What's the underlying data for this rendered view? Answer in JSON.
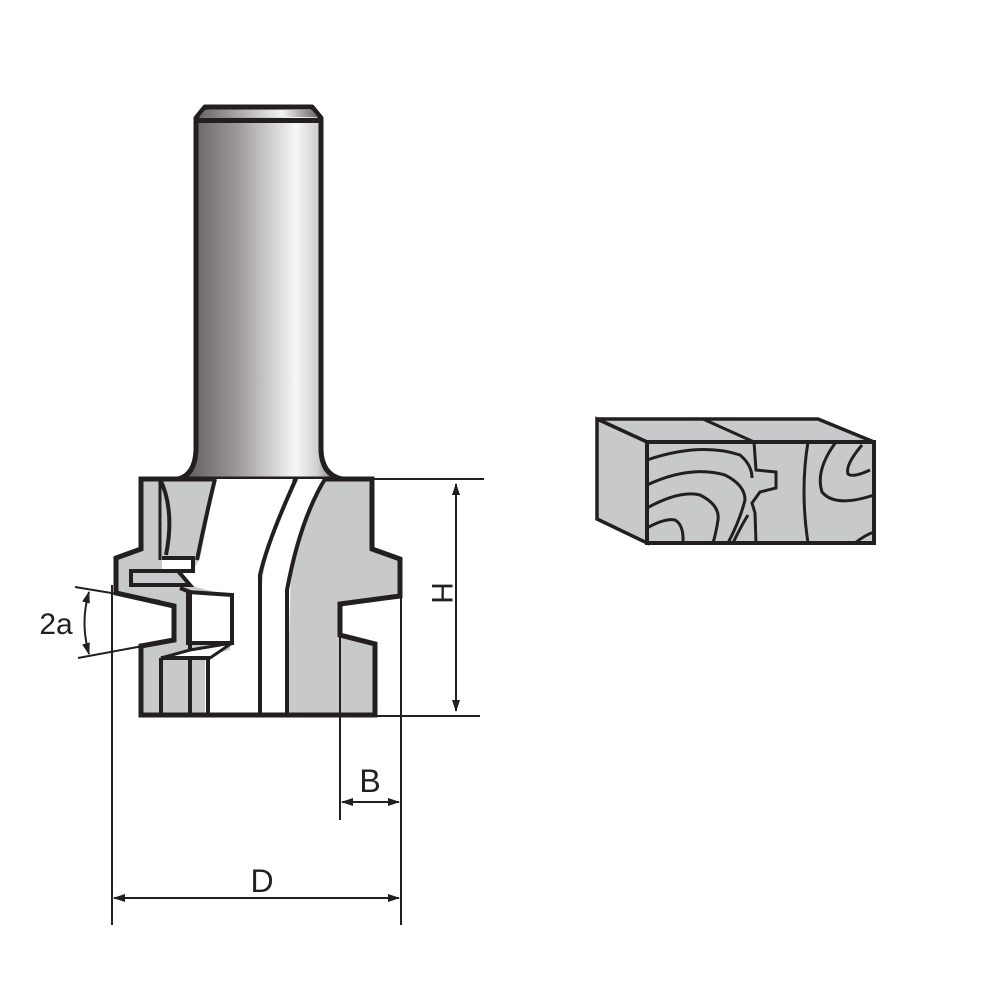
{
  "diagram": {
    "title": "Router bit technical drawing",
    "colors": {
      "outline": "#231f20",
      "body_fill": "#c8c9cb",
      "background": "#ffffff",
      "shank_dark": "#4a4446",
      "shank_light": "#f4f4f4"
    },
    "labels": {
      "height": "H",
      "width_b": "B",
      "diameter": "D",
      "angle": "2a"
    },
    "parts": [
      {
        "name": "shank",
        "description": "cylindrical shank"
      },
      {
        "name": "cutter-body",
        "description": "profiled cutting head"
      },
      {
        "name": "workpiece-sample",
        "description": "wood block showing joint profile"
      }
    ]
  }
}
